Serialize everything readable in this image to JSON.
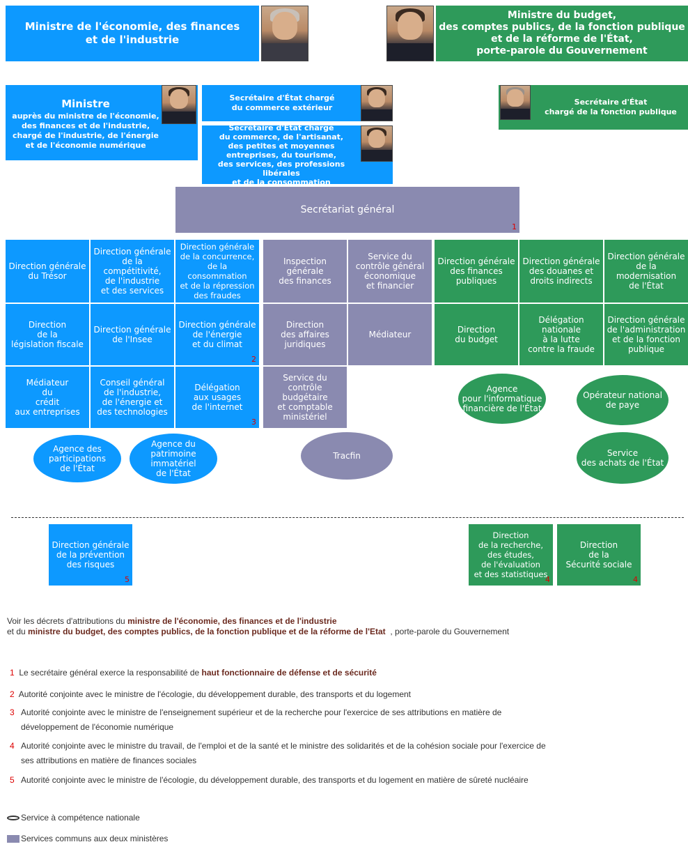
{
  "top": {
    "left_minister": "Ministre de l'économie, des finances\net de l'industrie",
    "right_minister": "Ministre du budget,\ndes comptes publics, de la fonction publique\net de la réforme de l'État,\nporte-parole du Gouvernement"
  },
  "row2": {
    "ministre_title": "Ministre",
    "ministre_sub": "auprès du ministre de l'économie,\ndes finances et de l'industrie,\nchargé de l'industrie, de l'énergie\net de l'économie numérique",
    "se_commerce_ext": "Secrétaire d'État chargé\ndu commerce extérieur",
    "se_commerce": "Secrétaire d'État chargé\ndu commerce, de l'artisanat,\ndes petites et moyennes\nentreprises, du tourisme,\ndes services, des professions libérales\net de la consommation",
    "se_fonction": "Secrétaire d'État\nchargé de la fonction publique"
  },
  "sg": {
    "label": "Secrétariat général",
    "num": "1"
  },
  "boxes": {
    "tresor": "Direction générale\ndu Trésor",
    "dgcis": "Direction générale\nde la compétitivité,\nde l'industrie\net des services",
    "dgccrf": "Direction générale\nde la concurrence,\nde la consommation\net de la répression\ndes fraudes",
    "igf": "Inspection\ngénérale\ndes finances",
    "cgefi": "Service du\ncontrôle général\néconomique\net financier",
    "dgfip": "Direction générale\ndes finances\npubliques",
    "ddouanes": "Direction générale\ndes douanes et\ndroits indirects",
    "dgme": "Direction générale\nde la modernisation\nde l'État",
    "legislation": "Direction\nde la\nlégislation fiscale",
    "insee": "Direction générale\nde l'Insee",
    "dgec": "Direction générale\nde l'énergie\net du climat",
    "dgec_num": "2",
    "daj": "Direction\ndes affaires\njuridiques",
    "mediateur": "Médiateur",
    "budget": "Direction\ndu budget",
    "fraude": "Délégation nationale\nà la lutte\ncontre la fraude",
    "dgafp": "Direction générale\nde l'administration\net de la fonction\npublique",
    "mediateur_credit": "Médiateur\ndu\ncrédit\naux entreprises",
    "cgiet": "Conseil général\nde l'industrie,\nde l'énergie et\ndes technologies",
    "delegation_internet": "Délégation\naux usages\nde l'internet",
    "delegation_num": "3",
    "cbcm": "Service du contrôle\nbudgétaire\net comptable\nministériel",
    "dgpr": "Direction générale\nde la prévention\ndes risques",
    "dgpr_num": "5",
    "drees": "Direction\nde la recherche,\ndes études,\nde l'évaluation\net des statistiques",
    "drees_num": "4",
    "dss": "Direction\nde la\nSécurité sociale",
    "dss_num": "4"
  },
  "ellipses": {
    "ape": "Agence des\nparticipations\nde l'État",
    "apie": "Agence du\npatrimoine\nimmatériel\nde l'État",
    "tracfin": "Tracfin",
    "aife": "Agence\npour l'informatique\nfinancière de l'État",
    "onp": "Opérateur national\nde paye",
    "sae": "Service\ndes achats de l'État"
  },
  "text": {
    "voir": "Voir les décrets d'attributions du",
    "min1": "ministre de l'économie, des finances et de l'industrie",
    "etdu": "et du",
    "min2": "ministre du budget, des comptes publics, de la fonction publique et de la réforme de l'Etat",
    "porte": ", porte-parole du Gouvernement"
  },
  "footnotes": [
    {
      "num": "1",
      "text": "Le secrétaire général exerce la responsabilité de",
      "bold": "haut fonctionnaire de défense et de sécurité"
    },
    {
      "num": "2",
      "text": "Autorité conjointe avec le ministre de l'écologie, du développement durable, des transports et du logement",
      "bold": ""
    },
    {
      "num": "3",
      "text": "Autorité conjointe avec le ministre de l'enseignement supérieur et de la recherche pour l'exercice de ses attributions en matière de développement de l'économie numérique",
      "bold": ""
    },
    {
      "num": "4",
      "text": "Autorité conjointe avec le ministre du travail, de l'emploi et de la santé et le ministre des solidarités et de la cohésion sociale pour l'exercice de ses attributions en matière de finances sociales",
      "bold": ""
    },
    {
      "num": "5",
      "text": "Autorité conjointe avec le ministre de l'écologie, du développement durable, des transports et du logement en matière de sûreté nucléaire",
      "bold": ""
    }
  ],
  "legend": {
    "ellipse": "Service à compétence nationale",
    "grey": "Services communs aux deux ministères"
  },
  "colors": {
    "blue": "#0d99ff",
    "green": "#2e9a5a",
    "grey": "#8a8ab0",
    "footnote": "#dd0000"
  }
}
